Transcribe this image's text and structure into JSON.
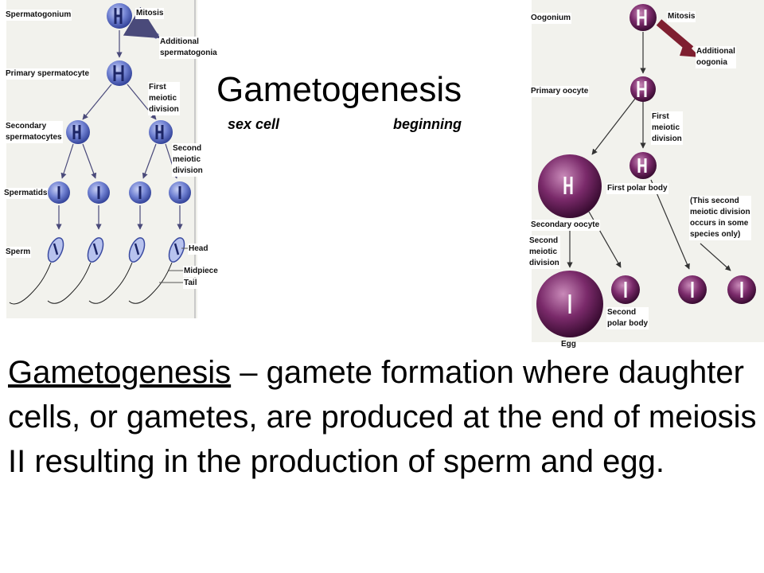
{
  "title": "Gametogenesis",
  "subtitle_left": "sex cell",
  "subtitle_right": "beginning",
  "definition": {
    "term": "Gametogenesis",
    "text": " – gamete formation where daughter cells, or gametes, are produced at the end of meiosis II resulting in the production of sperm and egg."
  },
  "spermatogenesis_labels": {
    "spermatogonium": "Spermatogonium",
    "mitosis": "Mitosis",
    "additional": "Additional\nspermatogonia",
    "primary": "Primary spermatocyte",
    "first_meiotic": "First\nmeiotic\ndivision",
    "secondary": "Secondary\nspermatocytes",
    "second_meiotic": "Second\nmeiotic\ndivision",
    "spermatids": "Spermatids",
    "sperm": "Sperm",
    "head": "Head",
    "midpiece": "Midpiece",
    "tail": "Tail"
  },
  "oogenesis_labels": {
    "oogonium": "Oogonium",
    "mitosis": "Mitosis",
    "additional": "Additional\noogonia",
    "primary": "Primary oocyte",
    "first_meiotic": "First\nmeiotic\ndivision",
    "first_polar": "First polar body",
    "note": "(This second\nmeiotic division\noccurs in some\nspecies only)",
    "secondary": "Secondary oocyte",
    "second_meiotic": "Second\nmeiotic\ndivision",
    "second_polar": "Second\npolar body",
    "egg": "Egg"
  },
  "colors": {
    "sperm_cell": "#5b6fc4",
    "sperm_cell_dark": "#2c3a8a",
    "egg_cell": "#7a1d6a",
    "egg_cell_dark": "#3f0a36",
    "arrow": "#4a4a7a",
    "mitosis_arrow": "#7f1f30"
  }
}
